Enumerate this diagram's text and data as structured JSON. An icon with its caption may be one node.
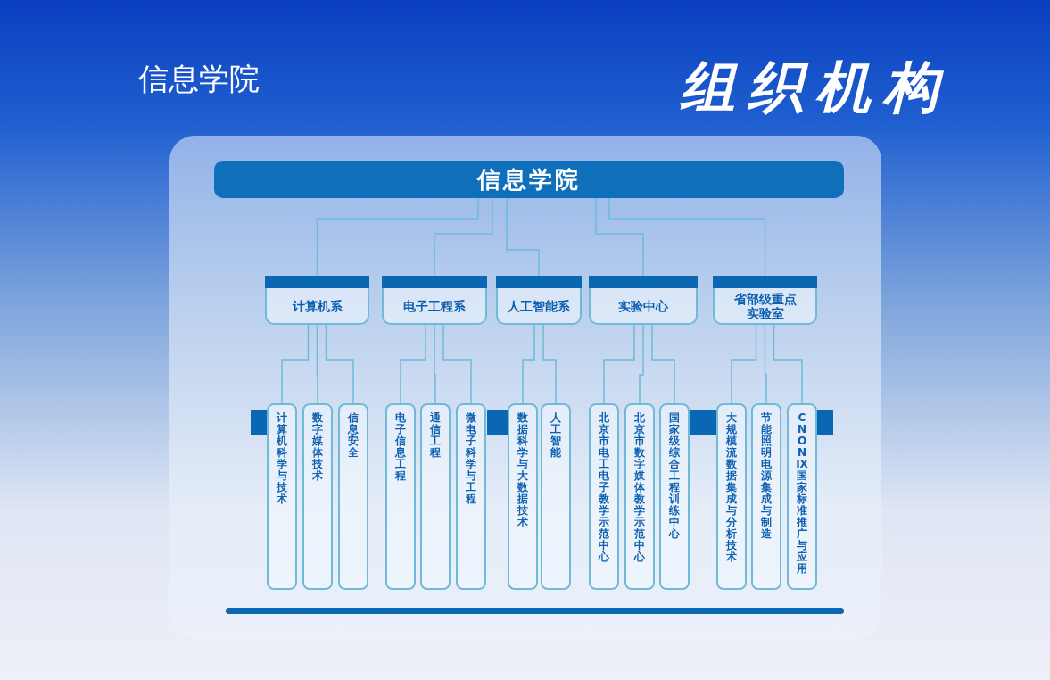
{
  "diagram": {
    "title": "组织机构",
    "nodes": [
      {
        "text": [
          "信息学院"
        ]
      },
      {
        "text": [
          "计算机系"
        ]
      },
      {
        "text": [
          "电子工程系"
        ]
      },
      {
        "text": [
          "人工智能系"
        ]
      },
      {
        "text": [
          "实验中心"
        ]
      },
      {
        "text": [
          "省部级重点实验室"
        ]
      },
      {
        "text": [
          "计算机科学与技术"
        ]
      },
      {
        "text": [
          "数字媒体技术"
        ]
      },
      {
        "text": [
          "信息安全"
        ]
      },
      {
        "text": [
          "电子信息工程"
        ]
      },
      {
        "text": [
          "通信工程"
        ]
      },
      {
        "text": [
          "微电子科学与工程"
        ]
      },
      {
        "text": [
          "数据科学与大数据技术"
        ]
      },
      {
        "text": [
          "人工智能"
        ]
      },
      {
        "text": [
          "北京市电工电子教学示范中心"
        ]
      },
      {
        "text": [
          "北京市数字媒体教学示范中心"
        ]
      },
      {
        "text": [
          "国家级综合工程训练中心"
        ]
      },
      {
        "text": [
          "大规模流数据集成与分析技术"
        ]
      },
      {
        "text": [
          "节能照明电源集成与制造"
        ]
      },
      {
        "text": [
          "CNONIX国家标准推广与应用"
        ]
      }
    ],
    "edges": [
      {
        "from": 0,
        "to": 1,
        "arrow": "none"
      },
      {
        "from": 0,
        "to": 2,
        "arrow": "none"
      },
      {
        "from": 0,
        "to": 3,
        "arrow": "none"
      },
      {
        "from": 0,
        "to": 4,
        "arrow": "none"
      },
      {
        "from": 0,
        "to": 5,
        "arrow": "none"
      },
      {
        "from": 1,
        "to": 6,
        "arrow": "none"
      },
      {
        "from": 1,
        "to": 7,
        "arrow": "none"
      },
      {
        "from": 1,
        "to": 8,
        "arrow": "none"
      },
      {
        "from": 2,
        "to": 9,
        "arrow": "none"
      },
      {
        "from": 2,
        "to": 10,
        "arrow": "none"
      },
      {
        "from": 2,
        "to": 11,
        "arrow": "none"
      },
      {
        "from": 3,
        "to": 12,
        "arrow": "none"
      },
      {
        "from": 3,
        "to": 13,
        "arrow": "none"
      },
      {
        "from": 4,
        "to": 14,
        "arrow": "none"
      },
      {
        "from": 4,
        "to": 15,
        "arrow": "none"
      },
      {
        "from": 4,
        "to": 16,
        "arrow": "none"
      },
      {
        "from": 5,
        "to": 17,
        "arrow": "none"
      },
      {
        "from": 5,
        "to": 18,
        "arrow": "none"
      },
      {
        "from": 5,
        "to": 19,
        "arrow": "none"
      }
    ],
    "labels": [
      "信息学院"
    ]
  }
}
